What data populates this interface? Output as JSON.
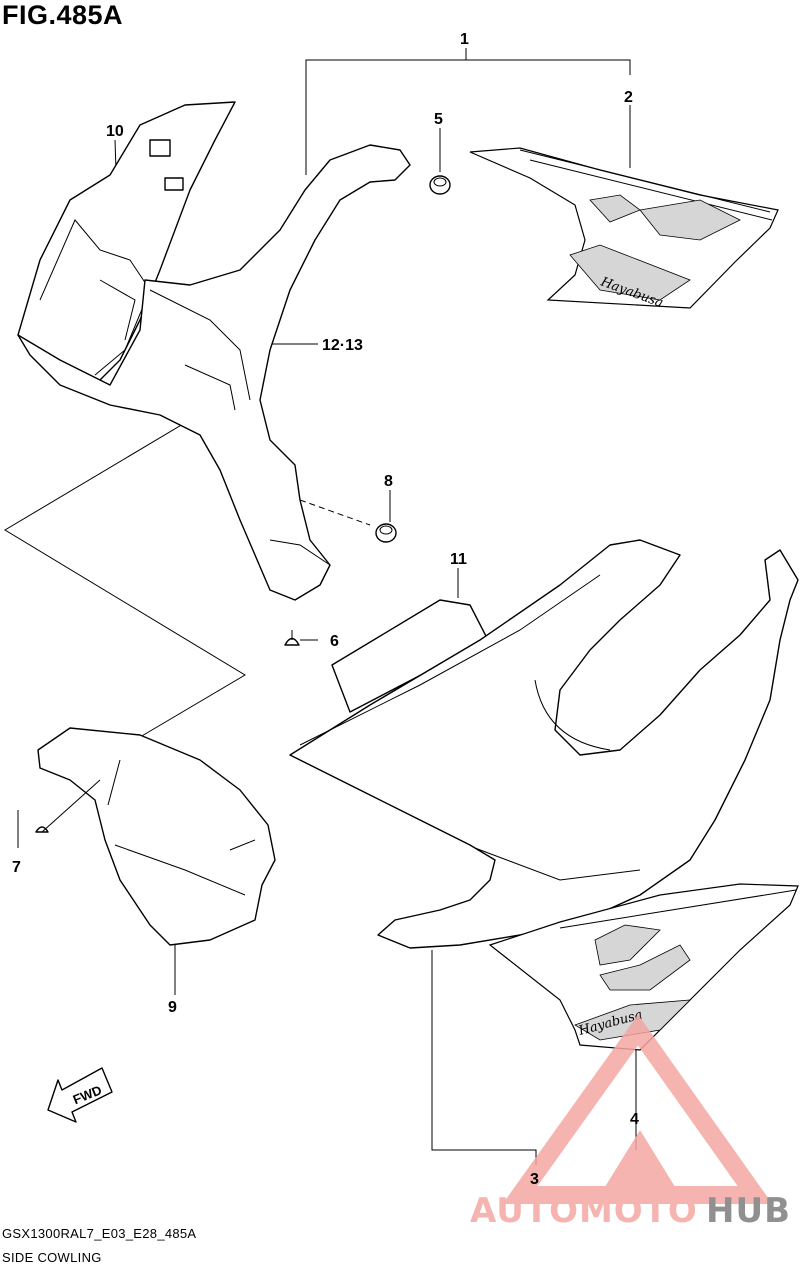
{
  "figure": {
    "title": "FIG.485A"
  },
  "callouts": {
    "c1": "1",
    "c2": "2",
    "c3": "3",
    "c4": "4",
    "c5": "5",
    "c6": "6",
    "c7": "7",
    "c8": "8",
    "c9": "9",
    "c10": "10",
    "c11": "11",
    "c12_13": "12·13"
  },
  "direction_marker": {
    "label": "FWD"
  },
  "decal_text": {
    "upper": "Hayabusa",
    "lower": "Hayabusa"
  },
  "footer": {
    "code": "GSX1300RAL7_E03_E28_485A",
    "name": "SIDE COWLING"
  },
  "watermark": {
    "part1": "AUTOMOTO",
    "part2": "HUB",
    "color_main": "#f4a7a2",
    "color_accent": "#7d7d7d"
  }
}
